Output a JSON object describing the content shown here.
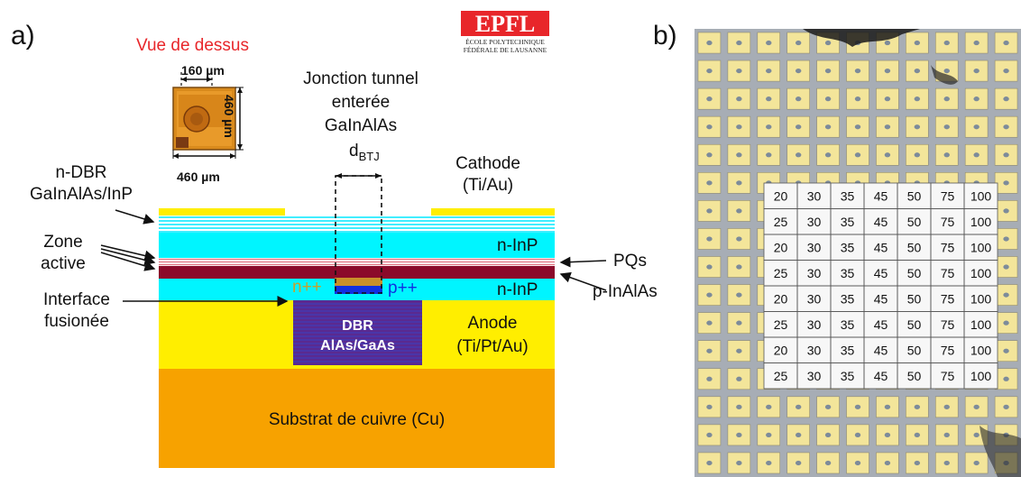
{
  "panel_a": {
    "letter": "a)",
    "top_view": {
      "title": "Vue de dessus",
      "dim_inner": "160 µm",
      "dim_width": "460 µm",
      "dim_height": "460 µm"
    },
    "tunnel_junction": {
      "line1": "Jonction tunnel",
      "line2": "enterée",
      "line3": "GaInAlAs",
      "d_main": "d",
      "d_sub": "BTJ"
    },
    "labels": {
      "ndbr_1": "n-DBR",
      "ndbr_2": "GaInAlAs/InP",
      "zone_1": "Zone",
      "zone_2": "active",
      "interface_1": "Interface",
      "interface_2": "fusionée",
      "cathode_1": "Cathode",
      "cathode_2": "(Ti/Au)",
      "ninp_top": "n-InP",
      "ninp_bottom": "n-InP",
      "pqs": "PQs",
      "pinalas": "p-InAlAs",
      "npp": "n++",
      "ppp": "p++",
      "dbr_1": "DBR",
      "dbr_2": "AlAs/GaAs",
      "anode_1": "Anode",
      "anode_2": "(Ti/Pt/Au)",
      "substrate": "Substrat de cuivre (Cu)"
    },
    "colors": {
      "gold": "#ffee00",
      "cyan": "#00f5ff",
      "maroon": "#8b0a2a",
      "purple": "#6a2fa0",
      "copper": "#f7a200",
      "red_title": "#e8262a",
      "blue": "#1030e0"
    }
  },
  "logo": {
    "text": "EPFL",
    "line1": "ÉCOLE POLYTECHNIQUE",
    "line2": "FÉDÉRALE DE LAUSANNE"
  },
  "panel_b": {
    "letter": "b)",
    "grid_rows": [
      [
        "20",
        "30",
        "35",
        "45",
        "50",
        "75",
        "100"
      ],
      [
        "25",
        "30",
        "35",
        "45",
        "50",
        "75",
        "100"
      ],
      [
        "20",
        "30",
        "35",
        "45",
        "50",
        "75",
        "100"
      ],
      [
        "25",
        "30",
        "35",
        "45",
        "50",
        "75",
        "100"
      ],
      [
        "20",
        "30",
        "35",
        "45",
        "50",
        "75",
        "100"
      ],
      [
        "25",
        "30",
        "35",
        "45",
        "50",
        "75",
        "100"
      ],
      [
        "20",
        "30",
        "35",
        "45",
        "50",
        "75",
        "100"
      ],
      [
        "25",
        "30",
        "35",
        "45",
        "50",
        "75",
        "100"
      ]
    ]
  }
}
